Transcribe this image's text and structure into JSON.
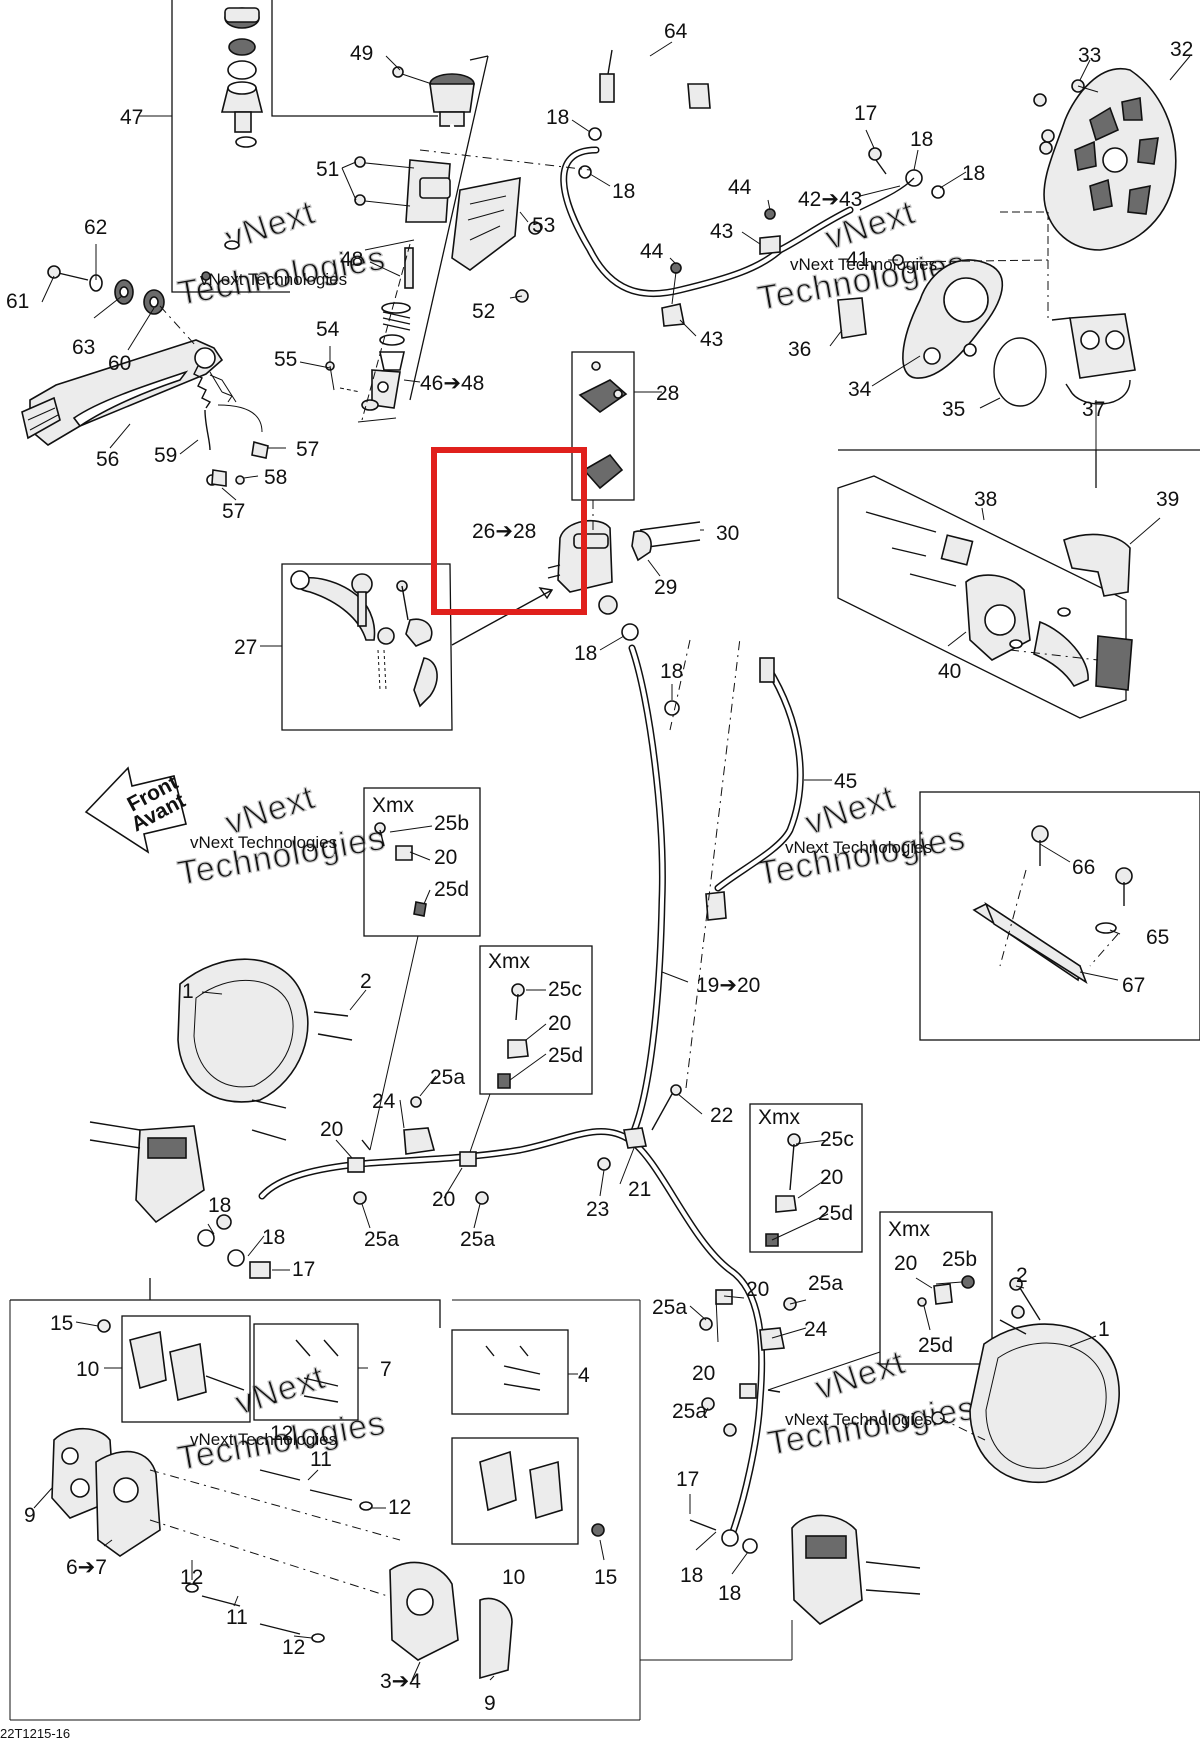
{
  "diagram": {
    "figure_code": "22T1215-16",
    "watermark_line1": "vNext",
    "watermark_line2": "Technologies",
    "watermark_small": "vNext Technologies",
    "front_line1": "Front",
    "front_line2": "Avant",
    "xmx_label": "Xmx",
    "callouts": {
      "c64": "64",
      "c49": "49",
      "c47": "47",
      "c51": "51",
      "c53": "53",
      "c48": "48",
      "c52": "52",
      "c62": "62",
      "c61": "61",
      "c63": "63",
      "c60": "60",
      "c54": "54",
      "c55": "55",
      "c46_48": "46➔48",
      "c56": "56",
      "c59": "59",
      "c57a": "57",
      "c58": "58",
      "c57b": "57",
      "c18a": "18",
      "c18b": "18",
      "c44a": "44",
      "c43a": "43",
      "c44b": "44",
      "c43b": "43",
      "c17a": "17",
      "c18c": "18",
      "c18d": "18",
      "c42_43": "42➔43",
      "c41": "41",
      "c33": "33",
      "c32": "32",
      "c36": "36",
      "c34": "34",
      "c35": "35",
      "c37": "37",
      "c28": "28",
      "c26_28": "26➔28",
      "c30": "30",
      "c29": "29",
      "c27": "27",
      "c18e": "18",
      "c18f": "18",
      "c38": "38",
      "c39": "39",
      "c40": "40",
      "c45": "45",
      "c25b_a": "25b",
      "c20_a": "20",
      "c25d_a": "25d",
      "c66": "66",
      "c65": "65",
      "c67": "67",
      "c19_20": "19➔20",
      "c25c_a": "25c",
      "c20_b": "20",
      "c25d_b": "25d",
      "c1a": "1",
      "c2a": "2",
      "c25a_a": "25a",
      "c24a": "24",
      "c20_c": "20",
      "c22": "22",
      "c25c_b": "25c",
      "c20_d": "20",
      "c25d_c": "25d",
      "c20_e": "20",
      "c21": "21",
      "c23": "23",
      "c25a_b": "25a",
      "c25a_c": "25a",
      "c18g": "18",
      "c18h": "18",
      "c17b": "17",
      "c20_f": "20",
      "c25b_b": "25b",
      "c25d_d": "25d",
      "c2b": "2",
      "c1b": "1",
      "c25a_d": "25a",
      "c20_g": "20",
      "c25a_e": "25a",
      "c24b": "24",
      "c15a": "15",
      "c10a": "10",
      "c7": "7",
      "c4": "4",
      "c20_h": "20",
      "c25a_f": "25a",
      "c12a": "12",
      "c11a": "11",
      "c9a": "9",
      "c12b": "12",
      "c6_7": "6➔7",
      "c12c": "12",
      "c11b": "11",
      "c12d": "12",
      "c10b": "10",
      "c15b": "15",
      "c17c": "17",
      "c18i": "18",
      "c18j": "18",
      "c3_4": "3➔4",
      "c9b": "9"
    }
  }
}
